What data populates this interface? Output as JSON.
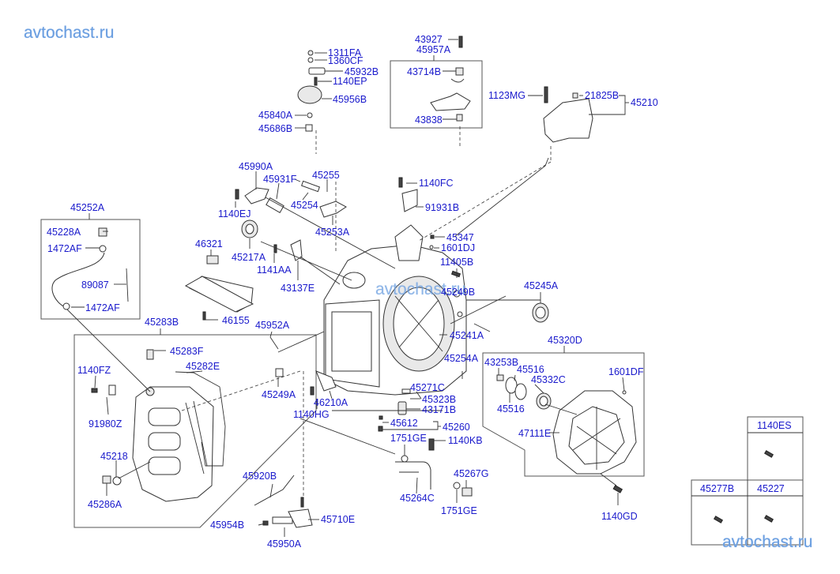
{
  "watermark": {
    "top_left": "avtochast.ru",
    "center": "avtochast.ru",
    "bottom_right": "avtochast.ru"
  },
  "colors": {
    "label": "#1a1acc",
    "watermark": "#6a9ee0",
    "line": "#333333"
  },
  "labels": {
    "p1311FA": "1311FA",
    "p1360CF": "1360CF",
    "p45932B": "45932B",
    "p1140EP": "1140EP",
    "p45956B": "45956B",
    "p45840A": "45840A",
    "p45686B": "45686B",
    "p43927": "43927",
    "p45957A": "45957A",
    "p43714B": "43714B",
    "p43838": "43838",
    "p1123MG": "1123MG",
    "p21825B": "21825B",
    "p45210": "45210",
    "p45990A": "45990A",
    "p45931F": "45931F",
    "p45255": "45255",
    "p45254": "45254",
    "p1140EJ": "1140EJ",
    "p45253A": "45253A",
    "p1140FC": "1140FC",
    "p91931B": "91931B",
    "p45347": "45347",
    "p1601DJ": "1601DJ",
    "p11405B": "11405B",
    "p45249B": "45249B",
    "p45245A": "45245A",
    "p45252A": "45252A",
    "p45228A": "45228A",
    "p1472AF_top": "1472AF",
    "p89087": "89087",
    "p1472AF_bot": "1472AF",
    "p46321": "46321",
    "p45217A": "45217A",
    "p1141AA": "1141AA",
    "p43137E": "43137E",
    "p46155": "46155",
    "p45952A": "45952A",
    "p45283B": "45283B",
    "p45283F": "45283F",
    "p45282E": "45282E",
    "p1140FZ": "1140FZ",
    "p91980Z": "91980Z",
    "p45218": "45218",
    "p45286A": "45286A",
    "p45241A": "45241A",
    "p45254A": "45254A",
    "p45249A": "45249A",
    "p46210A": "46210A",
    "p1140HG": "1140HG",
    "p45271C": "45271C",
    "p45323B": "45323B",
    "p43171B": "43171B",
    "p45612": "45612",
    "p45260": "45260",
    "p1751GE_top": "1751GE",
    "p1140KB": "1140KB",
    "p45267G": "45267G",
    "p45264C": "45264C",
    "p1751GE_bot": "1751GE",
    "p45320D": "45320D",
    "p43253B": "43253B",
    "p45516_top": "45516",
    "p45332C": "45332C",
    "p1601DF": "1601DF",
    "p45516_bot": "45516",
    "p47111E": "47111E",
    "p1140GD": "1140GD",
    "p45920B": "45920B",
    "p45954B": "45954B",
    "p45710E": "45710E",
    "p45950A": "45950A"
  },
  "legend_table": {
    "cells": [
      {
        "label": "1140ES",
        "icon": "bolt-icon"
      },
      {
        "label": "45277B",
        "icon": "bolt-icon"
      },
      {
        "label": "45227",
        "icon": "bolt-icon"
      }
    ]
  }
}
